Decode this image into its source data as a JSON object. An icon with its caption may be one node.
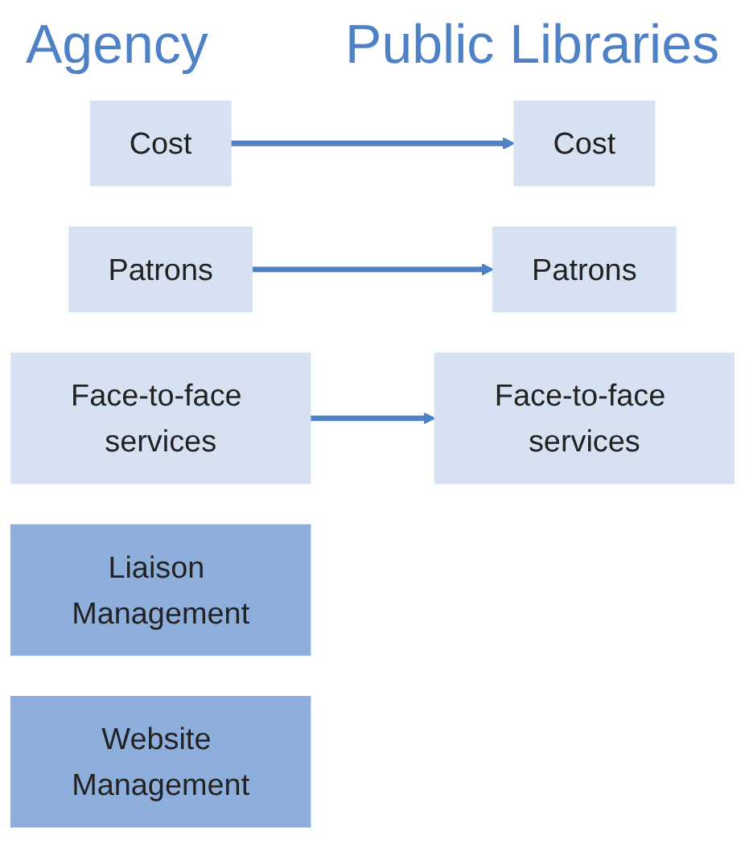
{
  "diagram": {
    "nodes": [
      {
        "text": [
          "Cost"
        ]
      },
      {
        "text": [
          "Patrons"
        ]
      },
      {
        "text": [
          "Face-to-face services"
        ]
      },
      {
        "text": [
          "Liaison Management"
        ]
      },
      {
        "text": [
          "Website Management"
        ]
      },
      {
        "text": [
          "Cost"
        ]
      },
      {
        "text": [
          "Patrons"
        ]
      },
      {
        "text": [
          "Face-to-face services"
        ]
      }
    ],
    "edges": [
      {
        "from": 0,
        "to": 5,
        "arrow": "to"
      },
      {
        "from": 1,
        "to": 6,
        "arrow": "to"
      },
      {
        "from": 2,
        "to": 7,
        "arrow": "to"
      }
    ],
    "labels": [
      "Agency",
      "Public Libraries"
    ]
  }
}
